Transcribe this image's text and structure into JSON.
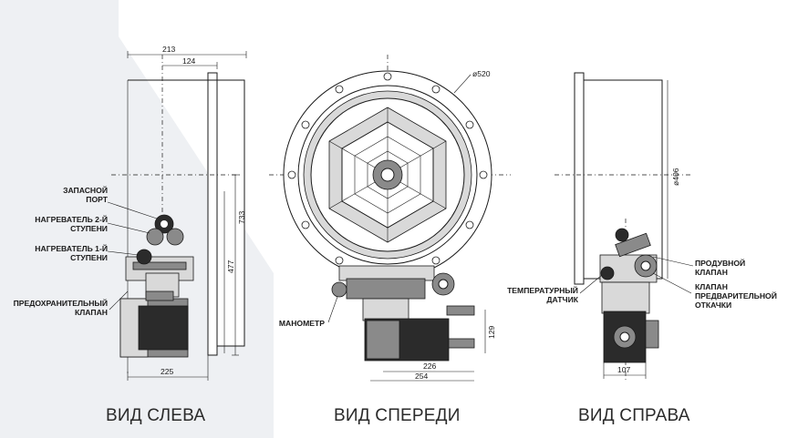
{
  "colors": {
    "background_panel": "#eef0f3",
    "line": "#1a1a1a",
    "text": "#2a2a2a"
  },
  "views": {
    "left": {
      "caption": "ВИД СЛЕВА",
      "labels": {
        "spare_port_1": "ЗАПАСНОЙ",
        "spare_port_2": "ПОРТ",
        "heater2_1": "НАГРЕВАТЕЛЬ 2-Й",
        "heater2_2": "СТУПЕНИ",
        "heater1_1": "НАГРЕВАТЕЛЬ 1-Й",
        "heater1_2": "СТУПЕНИ",
        "safety_1": "ПРЕДОХРАНИТЕЛЬНЫЙ",
        "safety_2": "КЛАПАН"
      },
      "dims": {
        "d213": "213",
        "d124": "124",
        "d733": "733",
        "d477": "477",
        "d225": "225"
      }
    },
    "front": {
      "caption": "ВИД СПЕРЕДИ",
      "labels": {
        "manometer": "МАНОМЕТР"
      },
      "dims": {
        "d520": "ø520",
        "d129": "129",
        "d226": "226",
        "d254": "254"
      }
    },
    "right": {
      "caption": "ВИД СПРАВА",
      "labels": {
        "purge_1": "ПРОДУВНОЙ",
        "purge_2": "КЛАПАН",
        "prevac_1": "КЛАПАН",
        "prevac_2": "ПРЕДВАРИТЕЛЬНОЙ",
        "prevac_3": "ОТКАЧКИ",
        "temp_1": "ТЕМПЕРАТУРНЫЙ",
        "temp_2": "ДАТЧИК"
      },
      "dims": {
        "d406": "ø406",
        "d107": "107"
      }
    }
  }
}
